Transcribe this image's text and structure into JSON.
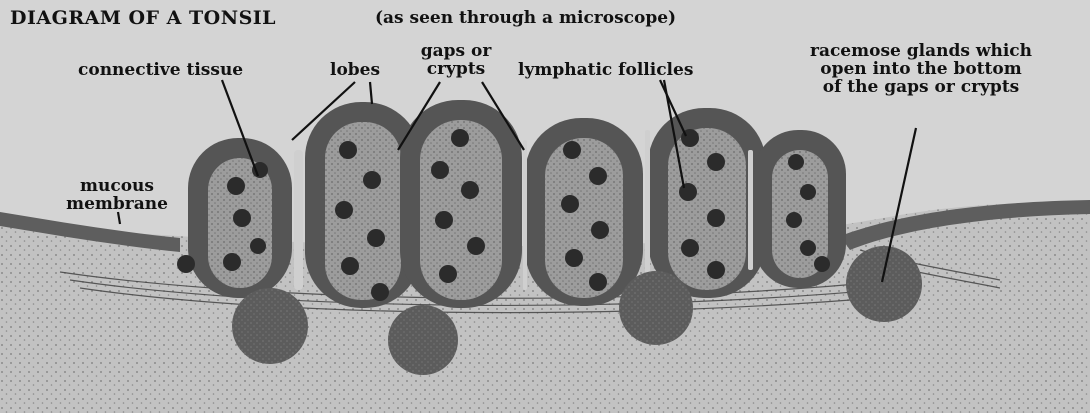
{
  "diagram": {
    "title": "DIAGRAM OF A TONSIL",
    "subtitle": "(as seen through a microscope)",
    "labels": {
      "connective_tissue": "connective tissue",
      "lobes": "lobes",
      "gaps_or_crypts": [
        "gaps or",
        "crypts"
      ],
      "lymphatic_follicles": "lymphatic follicles",
      "racemose_glands": [
        "racemose glands which",
        "open into the bottom",
        "of the gaps or crypts"
      ],
      "mucous_membrane": [
        "mucous",
        "membrane"
      ]
    },
    "colors": {
      "background": "#d4d4d4",
      "tissue_light": "#bdbdbd",
      "mucosa_dark": "#555555",
      "lobe_core": "#9a9a9a",
      "follicle": "#2a2a2a",
      "leader_line": "#111111"
    }
  }
}
